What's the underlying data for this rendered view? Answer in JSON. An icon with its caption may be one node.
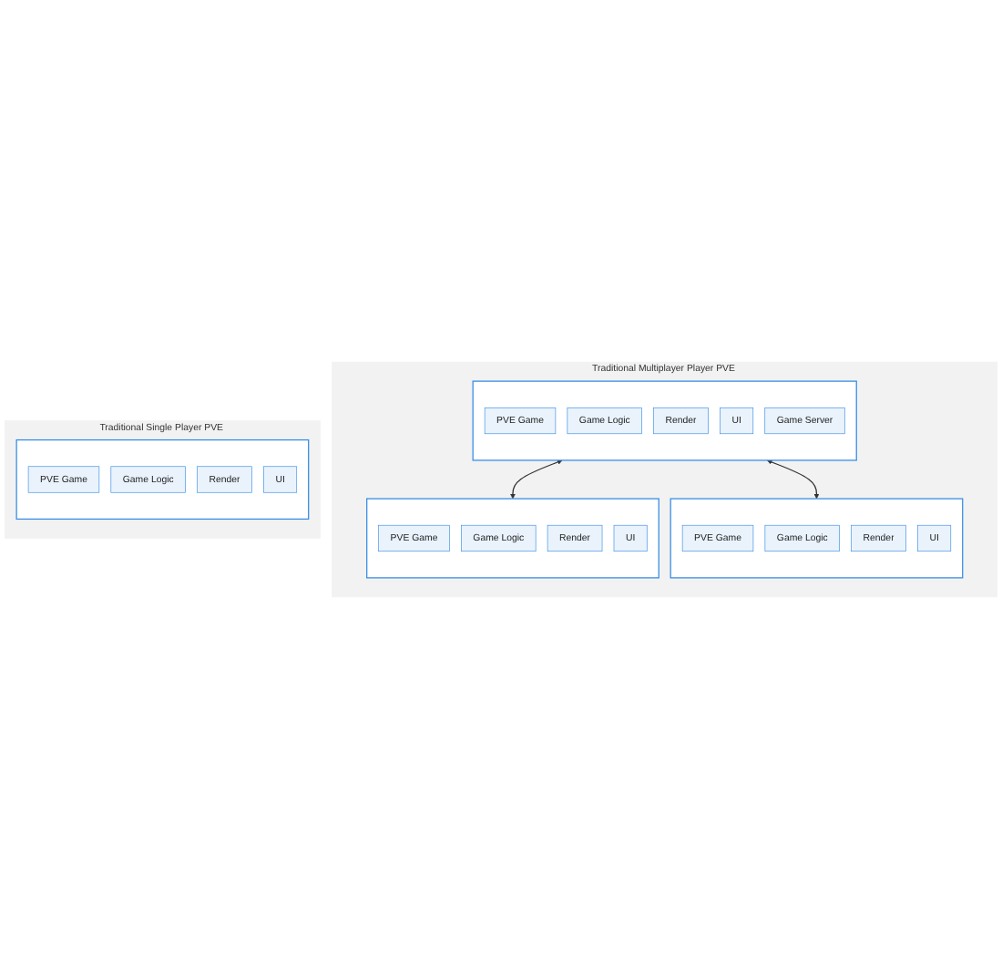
{
  "diagram": {
    "nodes": [
      {
        "text": [
          "Traditional Multiplayer Player PVE"
        ]
      },
      {
        "text": [],
        "shape": "box",
        "in": 0
      },
      {
        "text": [
          "PVE Game"
        ],
        "in": 1
      },
      {
        "text": [
          "Game Logic"
        ],
        "in": 1
      },
      {
        "text": [
          "Render"
        ],
        "in": 1
      },
      {
        "text": [
          "UI"
        ],
        "in": 1
      },
      {
        "text": [
          "Game Server"
        ],
        "in": 1
      },
      {
        "text": [],
        "shape": "box",
        "in": 0
      },
      {
        "text": [
          "PVE Game"
        ],
        "in": 7
      },
      {
        "text": [
          "Game Logic"
        ],
        "in": 7
      },
      {
        "text": [
          "Render"
        ],
        "in": 7
      },
      {
        "text": [
          "UI"
        ],
        "in": 7
      },
      {
        "text": [],
        "shape": "box",
        "in": 0
      },
      {
        "text": [
          "PVE Game"
        ],
        "in": 12
      },
      {
        "text": [
          "Game Logic"
        ],
        "in": 12
      },
      {
        "text": [
          "Render"
        ],
        "in": 12
      },
      {
        "text": [
          "UI"
        ],
        "in": 12
      },
      {
        "text": [
          "Traditional Single Player PVE"
        ]
      },
      {
        "text": [],
        "shape": "box",
        "in": 17
      },
      {
        "text": [
          "PVE Game"
        ],
        "in": 18
      },
      {
        "text": [
          "Game Logic"
        ],
        "in": 18
      },
      {
        "text": [
          "Render"
        ],
        "in": 18
      },
      {
        "text": [
          "UI"
        ],
        "in": 18
      }
    ],
    "edges": [
      {
        "from": 1,
        "to": 7,
        "arrow": "both"
      },
      {
        "from": 1,
        "to": 12,
        "arrow": "both"
      }
    ]
  }
}
